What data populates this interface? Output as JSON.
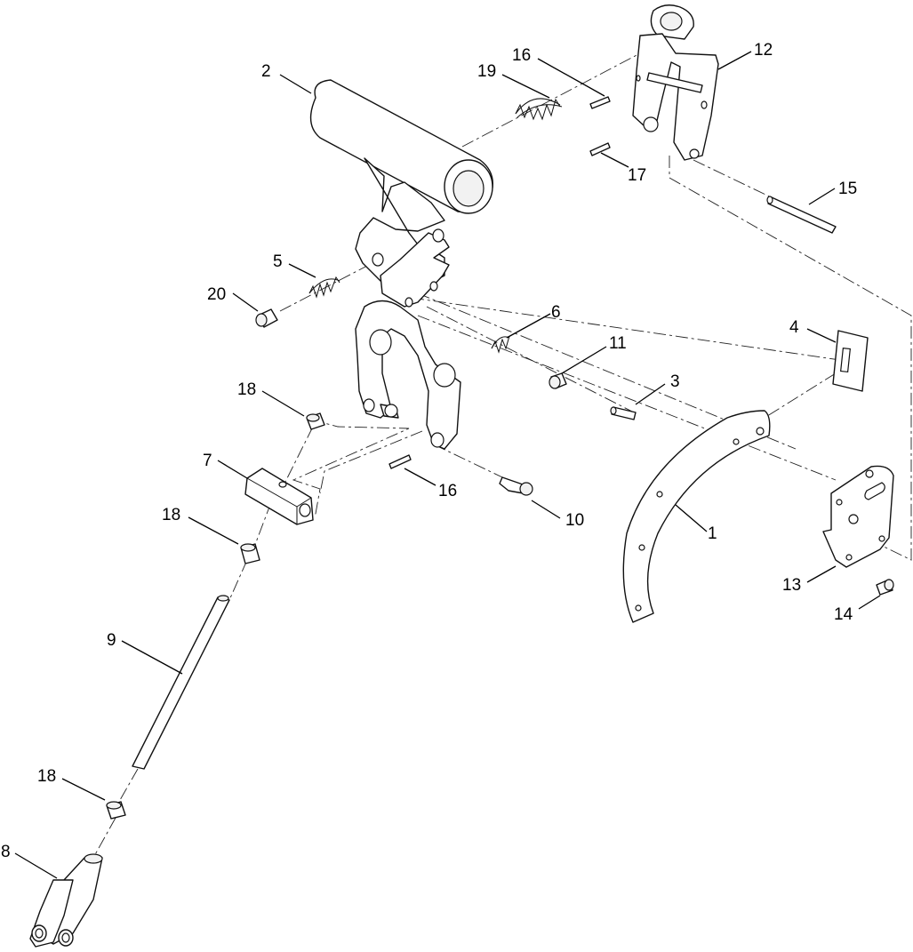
{
  "diagram": {
    "callouts": [
      {
        "id": "c1",
        "text": "1"
      },
      {
        "id": "c2",
        "text": "2"
      },
      {
        "id": "c3",
        "text": "3"
      },
      {
        "id": "c4",
        "text": "4"
      },
      {
        "id": "c5",
        "text": "5"
      },
      {
        "id": "c6",
        "text": "6"
      },
      {
        "id": "c7",
        "text": "7"
      },
      {
        "id": "c8",
        "text": "8"
      },
      {
        "id": "c9",
        "text": "9"
      },
      {
        "id": "c10",
        "text": "10"
      },
      {
        "id": "c11",
        "text": "11"
      },
      {
        "id": "c12",
        "text": "12"
      },
      {
        "id": "c13",
        "text": "13"
      },
      {
        "id": "c14",
        "text": "14"
      },
      {
        "id": "c15",
        "text": "15"
      },
      {
        "id": "c16a",
        "text": "16"
      },
      {
        "id": "c16b",
        "text": "16"
      },
      {
        "id": "c17",
        "text": "17"
      },
      {
        "id": "c18a",
        "text": "18"
      },
      {
        "id": "c18b",
        "text": "18"
      },
      {
        "id": "c18c",
        "text": "18"
      },
      {
        "id": "c19",
        "text": "19"
      },
      {
        "id": "c20",
        "text": "20"
      }
    ]
  }
}
